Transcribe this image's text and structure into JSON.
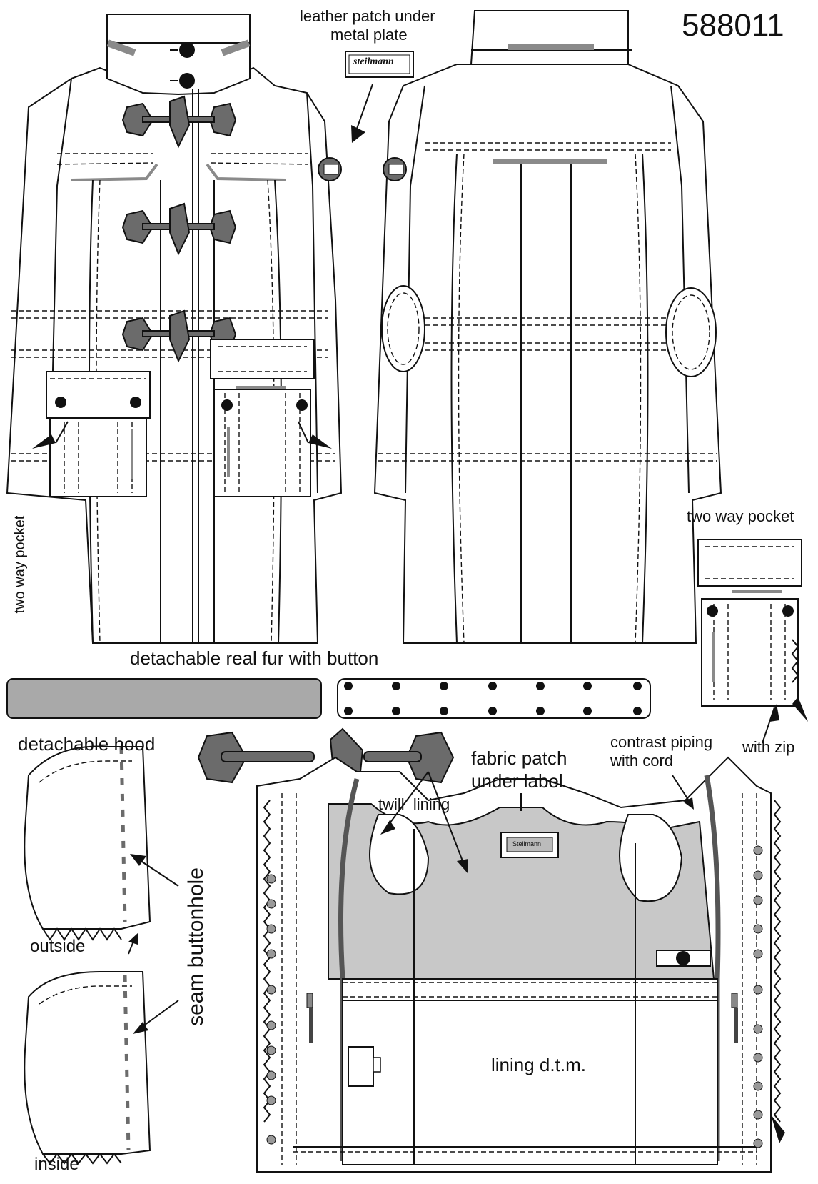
{
  "style_number": "588011",
  "labels": {
    "leather_patch_line1": "leather patch under",
    "leather_patch_line2": "metal plate",
    "brand_plate": "steilmann",
    "two_way_pocket_side": "two way pocket",
    "two_way_pocket_detail": "two way pocket",
    "with_zip": "with zip",
    "detachable_fur": "detachable real fur with button",
    "detachable_hood": "detachable hood",
    "outside": "outside",
    "inside": "inside",
    "seam_buttonhole": "seam buttonhole",
    "fabric_patch_line1": "fabric patch",
    "fabric_patch_line2": "under label",
    "twill_lining": "twill  lining",
    "contrast_piping_line1": "contrast piping",
    "contrast_piping_line2": "with cord",
    "lining_dtm": "lining d.t.m.",
    "inner_label": "Steilmann"
  },
  "colors": {
    "line": "#111111",
    "fur": "#a9a9a9",
    "lining": "#c8c8c8",
    "toggle": "#6b6b6b",
    "piping": "#555555"
  }
}
